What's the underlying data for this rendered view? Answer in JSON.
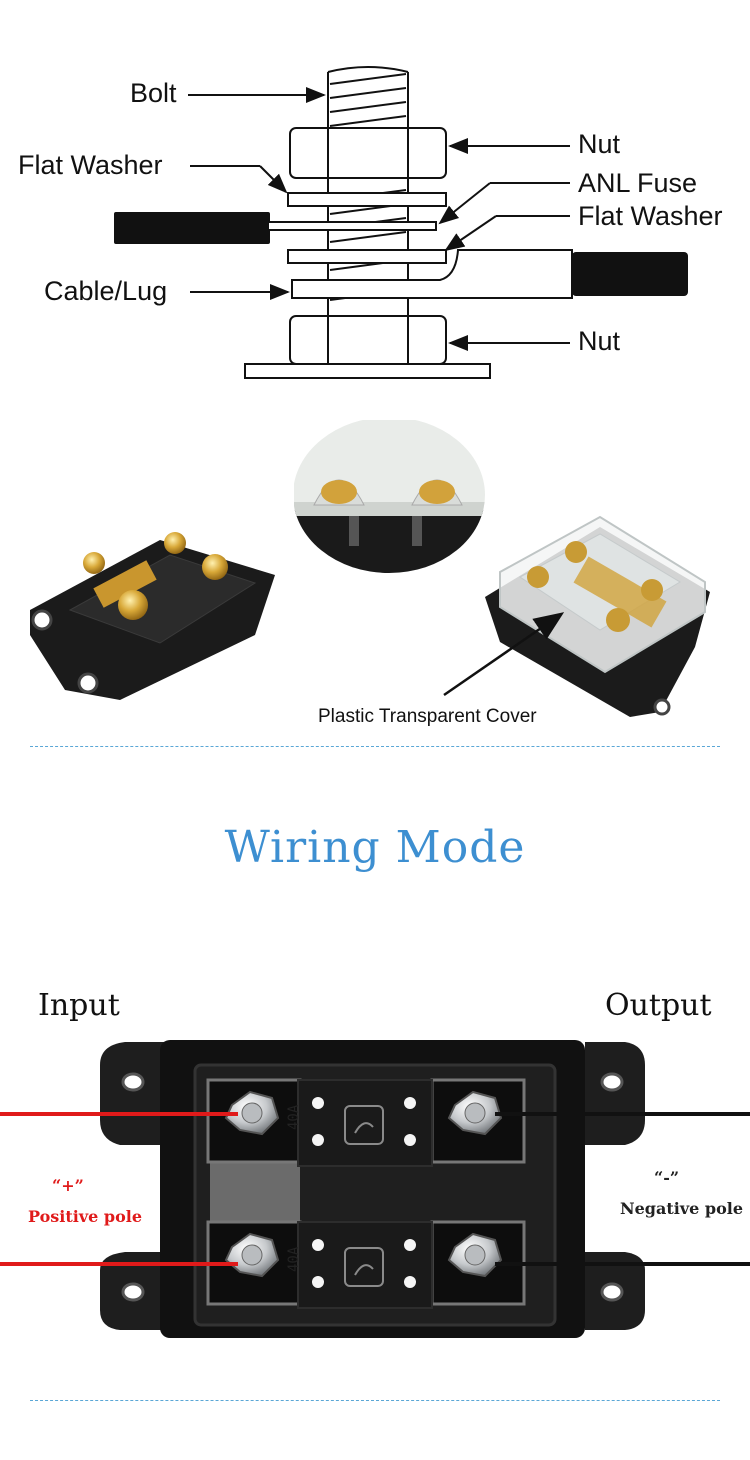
{
  "exploded_diagram": {
    "labels": {
      "bolt": "Bolt",
      "flat_washer_left": "Flat Washer",
      "cable_lug": "Cable/Lug",
      "nut_top": "Nut",
      "anl_fuse": "ANL Fuse",
      "flat_washer_right": "Flat Washer",
      "nut_bottom": "Nut"
    }
  },
  "photos": {
    "cover_callout": "Plastic Transparent Cover"
  },
  "wiring": {
    "title": "Wiring Mode",
    "input_label": "Input",
    "output_label": "Output",
    "positive_symbol": "“+”",
    "positive_label": "Positive pole",
    "negative_symbol": "“-”",
    "negative_label": "Negative pole",
    "fuse_rating": "40A"
  },
  "colors": {
    "title_blue": "#3d8fd1",
    "positive_red": "#e01a1a",
    "divider_blue": "#5aa7d6"
  }
}
